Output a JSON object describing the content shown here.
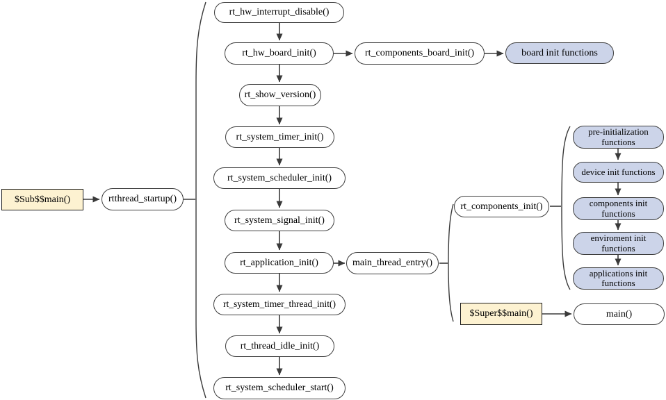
{
  "diagram": {
    "colors": {
      "white_fill": "#ffffff",
      "blue_fill": "#ccd4e9",
      "tan_fill": "#fdf2d1",
      "line": "#3a3a3a"
    },
    "nodes": {
      "sub_main": "$Sub$$main()",
      "rtthread_startup": "rtthread_startup()",
      "hw_interrupt_disable": "rt_hw_interrupt_disable()",
      "hw_board_init": "rt_hw_board_init()",
      "components_board_init": "rt_components_board_init()",
      "board_init_functions": "board init functions",
      "show_version": "rt_show_version()",
      "system_timer_init": "rt_system_timer_init()",
      "system_scheduler_init": "rt_system_scheduler_init()",
      "system_signal_init": "rt_system_signal_init()",
      "application_init": "rt_application_init()",
      "main_thread_entry": "main_thread_entry()",
      "components_init": "rt_components_init()",
      "pre_init_functions": "pre-initialization functions",
      "device_init_functions": "device init functions",
      "components_init_functions": "components init functions",
      "enviroment_init_functions": "enviroment init functions",
      "applications_init_functions": "applications init functions",
      "system_timer_thread_init": "rt_system_timer_thread_init()",
      "super_main": "$Super$$main()",
      "main_fn": "main()",
      "thread_idle_init": "rt_thread_idle_init()",
      "system_scheduler_start": "rt_system_scheduler_start()"
    }
  }
}
